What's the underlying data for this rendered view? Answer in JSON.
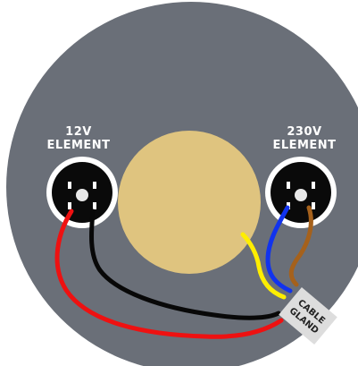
{
  "labels": {
    "element_12v_line1": "12V",
    "element_12v_line2": "ELEMENT",
    "element_230v_line1": "230V",
    "element_230v_line2": "ELEMENT",
    "gland_line1": "CABLE",
    "gland_line2": "GLAND"
  },
  "colors": {
    "background": "#ffffff",
    "tank": "#6a6f78",
    "center_disc": "#dfc47f",
    "socket_ring": "#ffffff",
    "socket_body": "#0a0a0a",
    "wire_red": "#ee1111",
    "wire_black": "#080808",
    "wire_yellow": "#ffee00",
    "wire_blue": "#1133ee",
    "wire_brown": "#a5611c",
    "gland": "#dddddd"
  },
  "icons": [
    "socket-12v-icon",
    "socket-230v-icon",
    "cable-gland-icon"
  ]
}
